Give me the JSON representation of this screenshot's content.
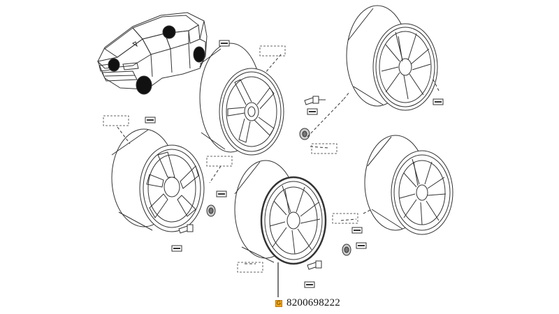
{
  "callout": {
    "marker": "G",
    "marker_color": "#f2a81d",
    "part_number": "8200698222"
  },
  "parts": [
    {
      "name": "car-overview",
      "icon": "car-icon"
    },
    {
      "name": "steel-wheel",
      "icon": "wheel-icon"
    },
    {
      "name": "alloy-wheel-10-spoke",
      "icon": "wheel-icon"
    },
    {
      "name": "alloy-wheel-5-spoke",
      "icon": "wheel-icon"
    },
    {
      "name": "wheel-with-hubcap",
      "icon": "wheel-icon"
    },
    {
      "name": "alloy-wheel-twin-spoke",
      "icon": "wheel-icon"
    },
    {
      "name": "wheel-bolt",
      "icon": "bolt-icon"
    },
    {
      "name": "center-cap",
      "icon": "cap-icon"
    }
  ],
  "line_color": "#333333"
}
